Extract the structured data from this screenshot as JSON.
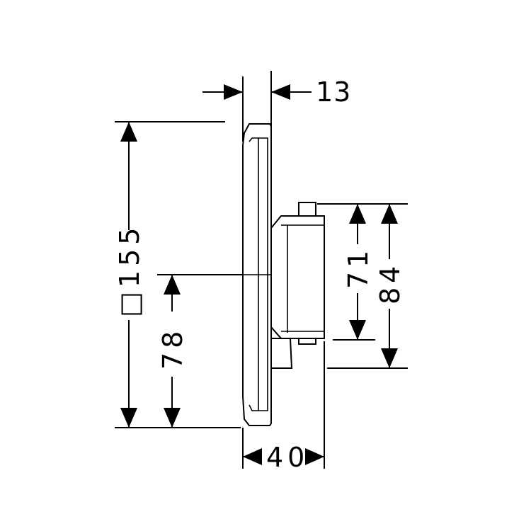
{
  "dimensions": {
    "top_thickness": "13",
    "plate_size": "□155",
    "lower_height": "78",
    "depth": "40",
    "inner_height": "71",
    "outer_height": "84"
  },
  "colors": {
    "line": "#000000",
    "background": "#ffffff"
  }
}
